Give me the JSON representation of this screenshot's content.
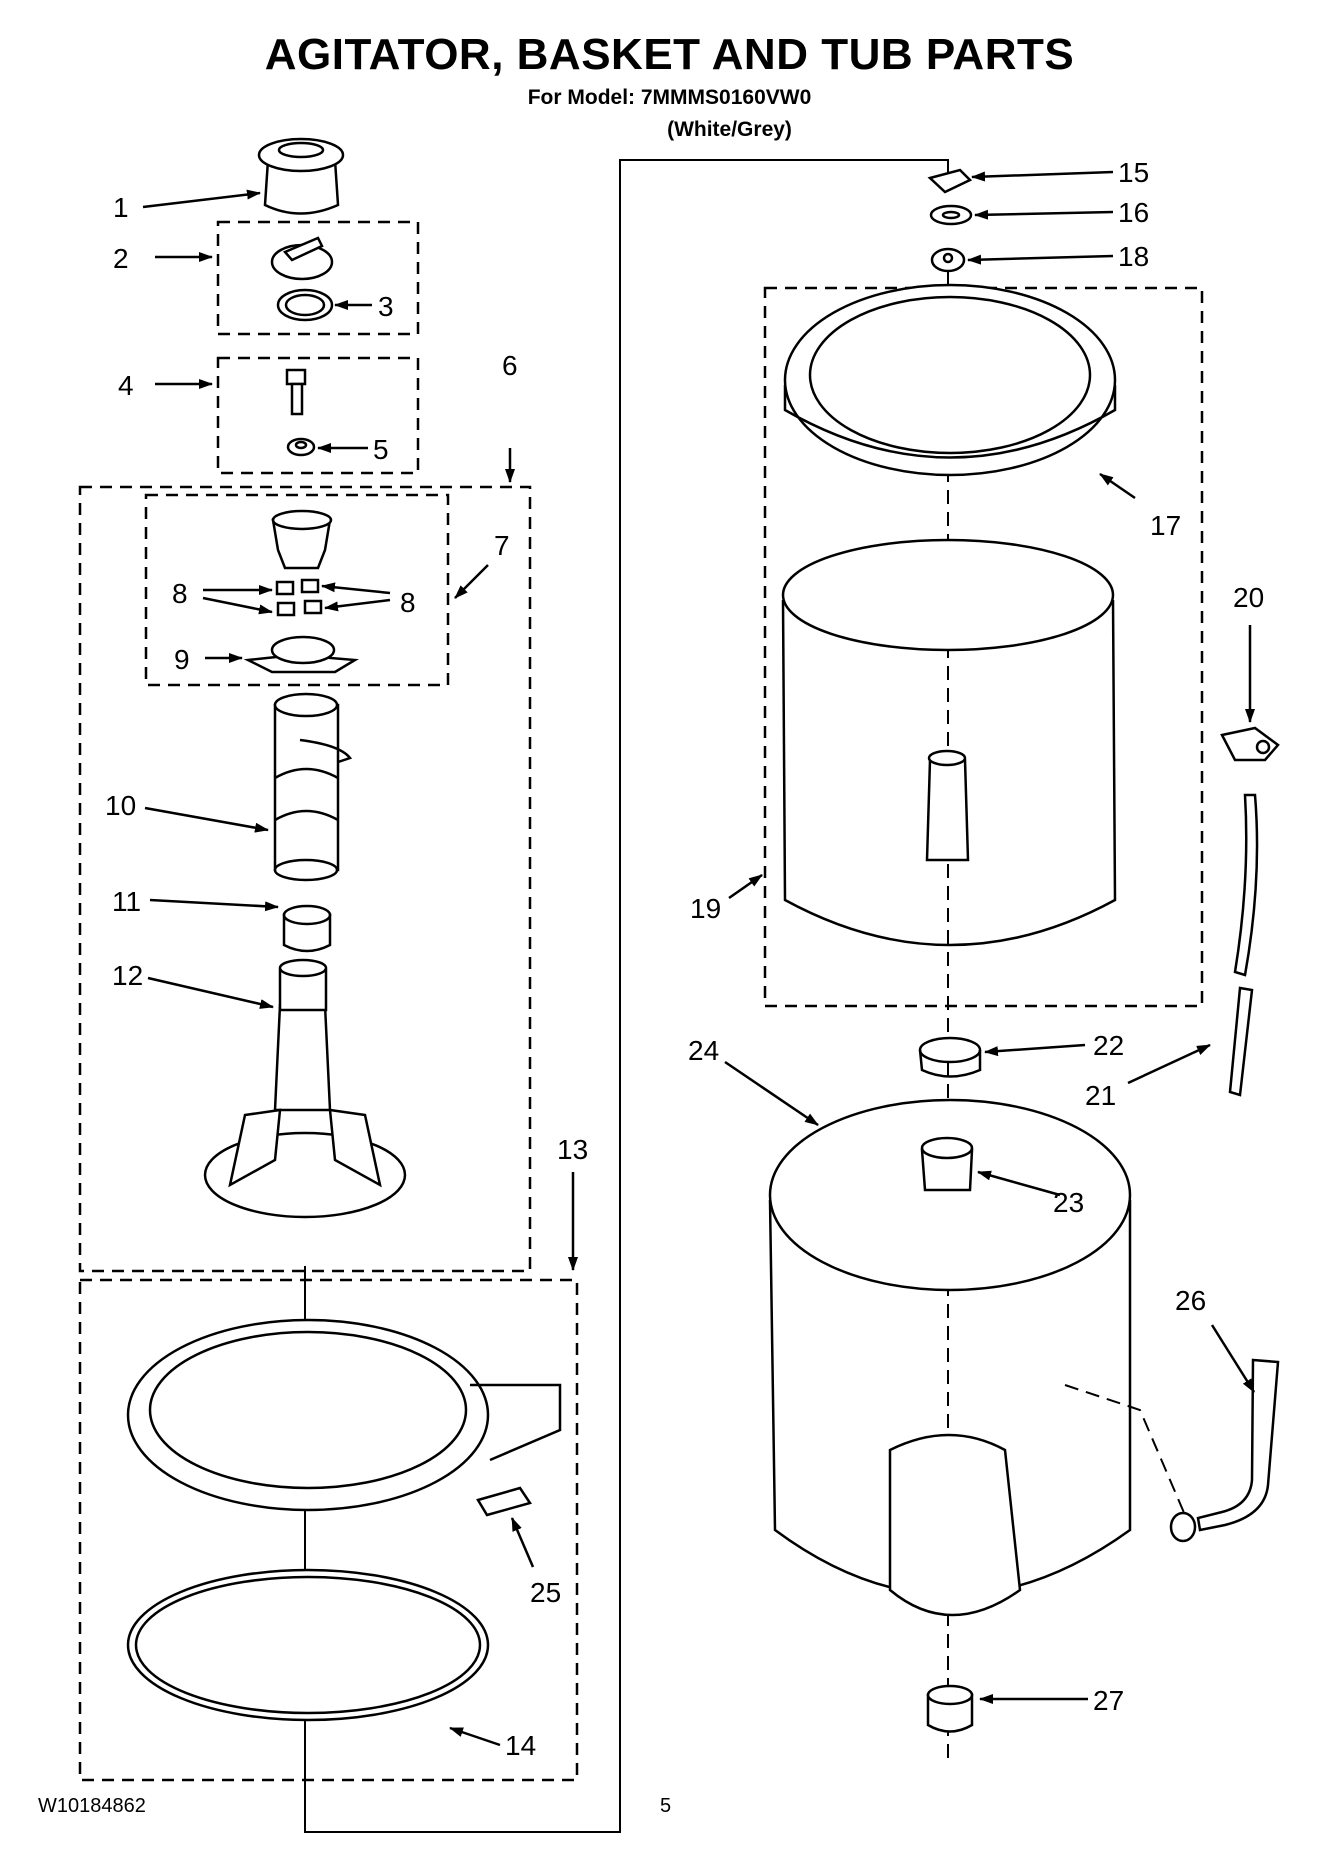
{
  "title": "AGITATOR, BASKET AND TUB PARTS",
  "model_line": "For Model: 7MMMS0160VW0",
  "color_line": "(White/Grey)",
  "doc_number": "W10184862",
  "page_number": "5",
  "callouts": [
    "1",
    "2",
    "3",
    "4",
    "5",
    "6",
    "7",
    "8",
    "8",
    "9",
    "10",
    "11",
    "12",
    "13",
    "14",
    "15",
    "16",
    "17",
    "18",
    "19",
    "20",
    "21",
    "22",
    "23",
    "24",
    "25",
    "26",
    "27"
  ]
}
